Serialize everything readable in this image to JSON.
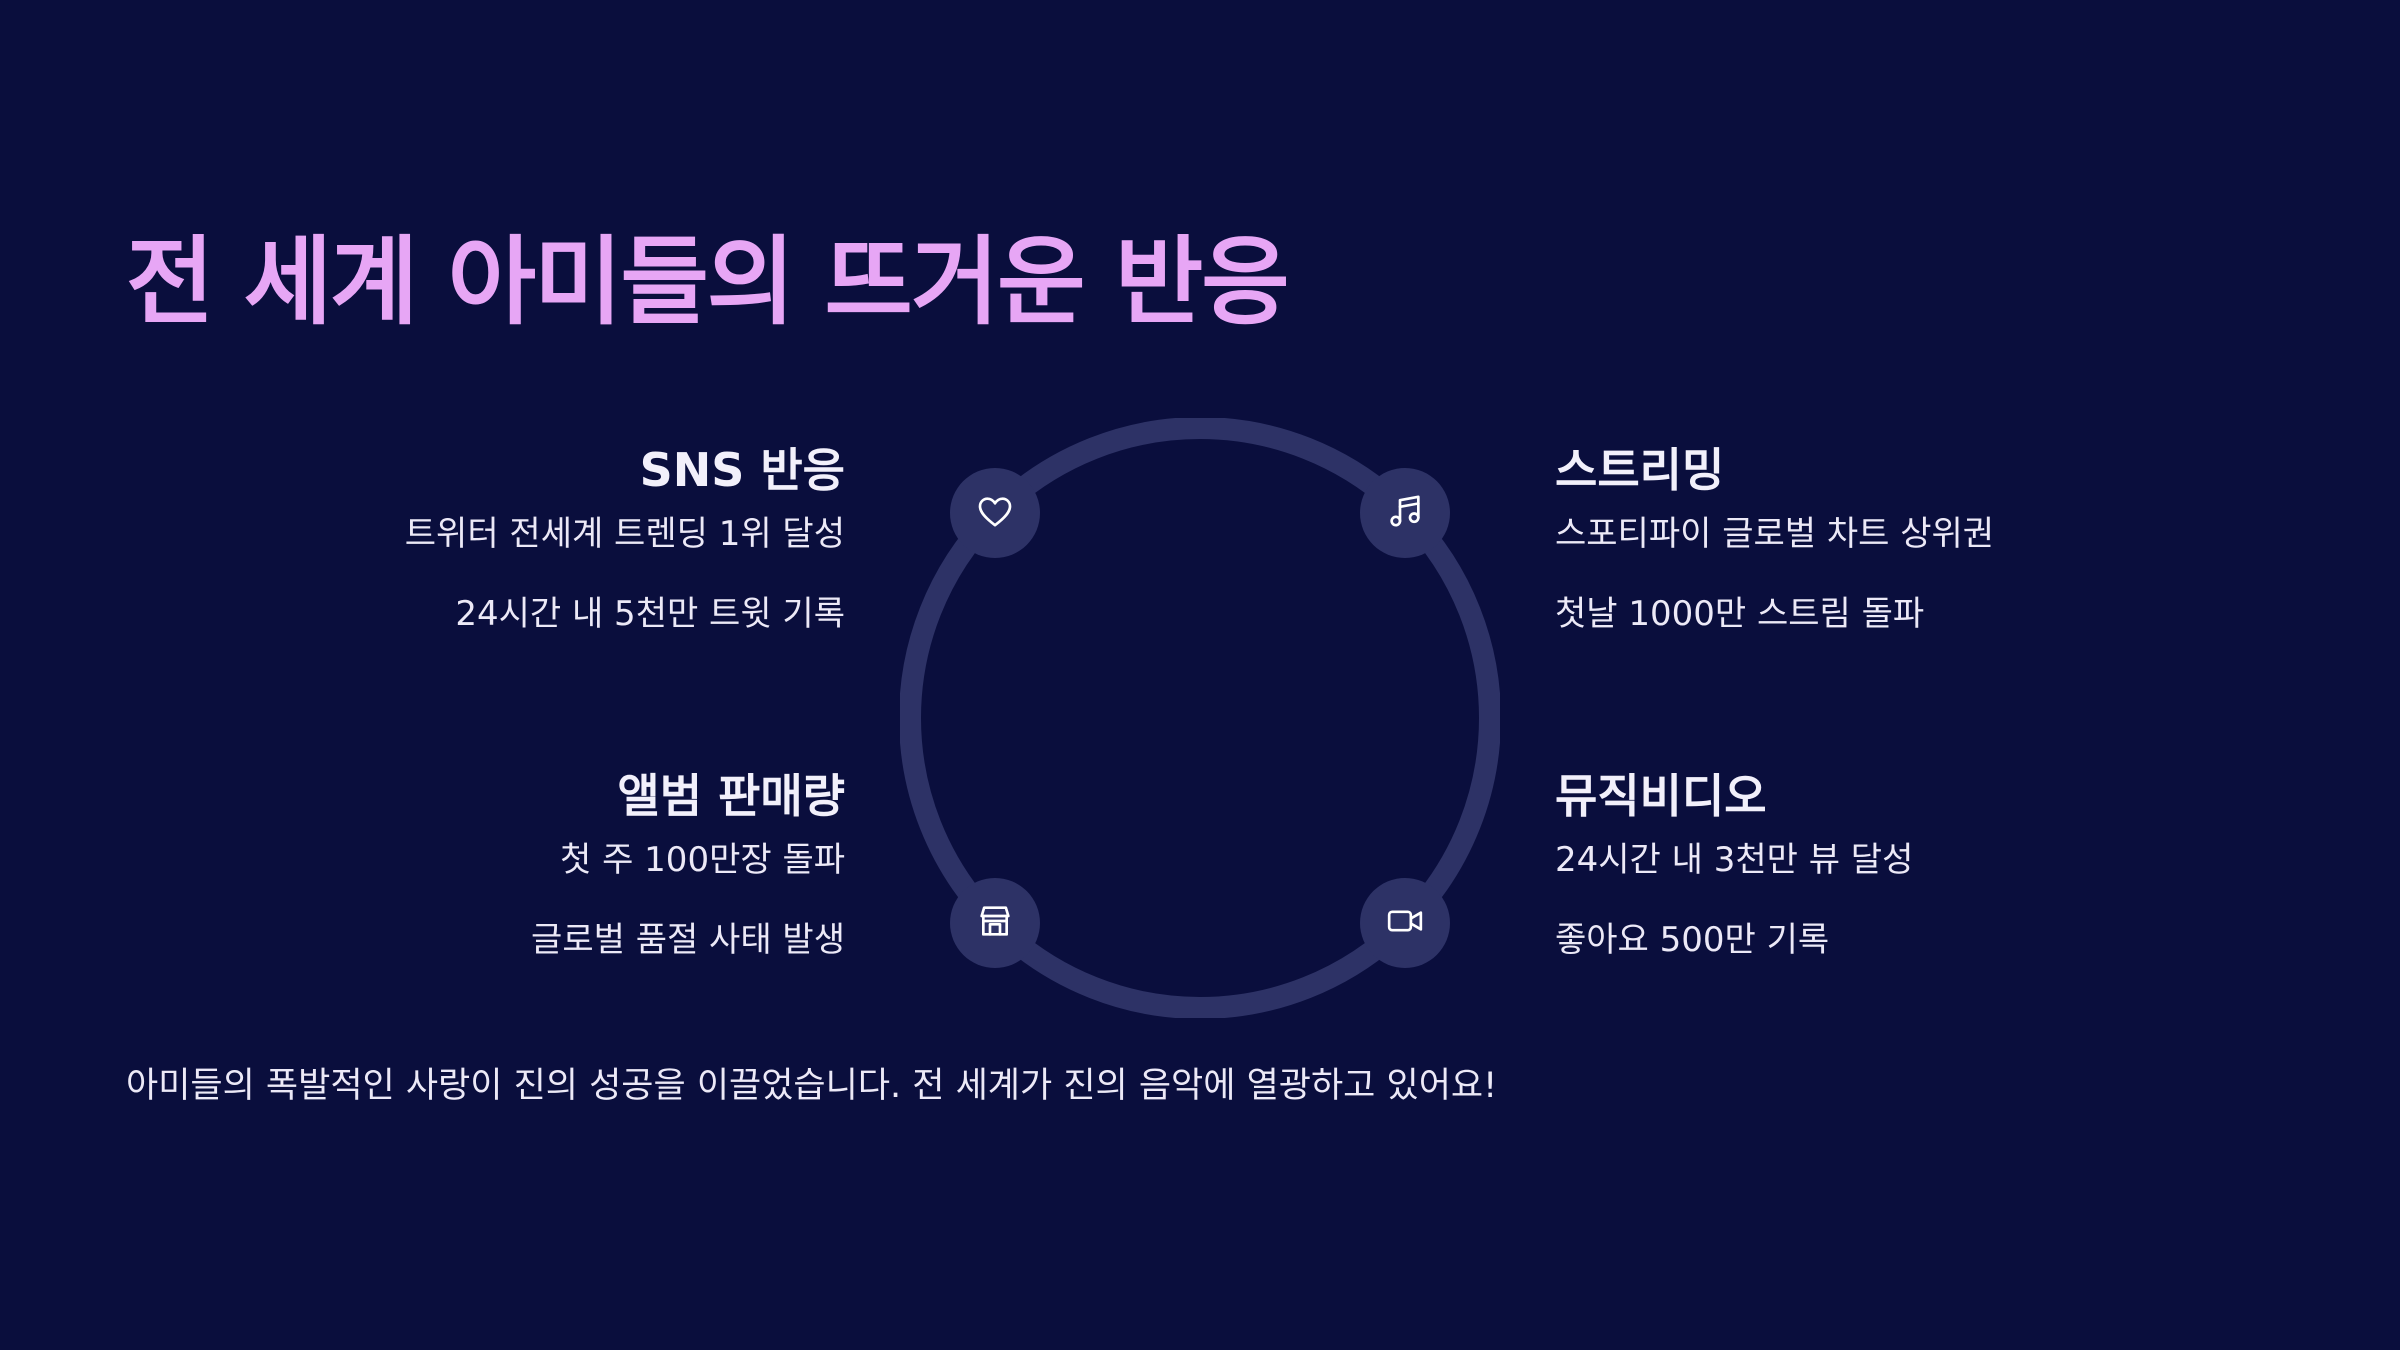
{
  "colors": {
    "background": "#0a0e3d",
    "title": "#e7a6f5",
    "ring": "#2d3266",
    "node": "#2d3266",
    "icon": "#ffffff"
  },
  "title": "전 세계 아미들의 뜨거운 반응",
  "sections": {
    "sns": {
      "title": "SNS 반응",
      "lines": [
        "트위터 전세계 트렌딩 1위 달성",
        "24시간 내 5천만 트윗 기록"
      ],
      "icon": "heart-icon"
    },
    "streaming": {
      "title": "스트리밍",
      "lines": [
        "스포티파이 글로벌 차트 상위권",
        "첫날 1000만 스트림 돌파"
      ],
      "icon": "music-note-icon"
    },
    "album_sales": {
      "title": "앨범 판매량",
      "lines": [
        "첫 주 100만장 돌파",
        "글로벌 품절 사태 발생"
      ],
      "icon": "store-icon"
    },
    "music_video": {
      "title": "뮤직비디오",
      "lines": [
        "24시간 내 3천만 뷰 달성",
        "좋아요 500만 기록"
      ],
      "icon": "video-camera-icon"
    }
  },
  "footer": "아미들의 폭발적인 사랑이 진의 성공을 이끌었습니다. 전 세계가 진의 음악에 열광하고 있어요!"
}
